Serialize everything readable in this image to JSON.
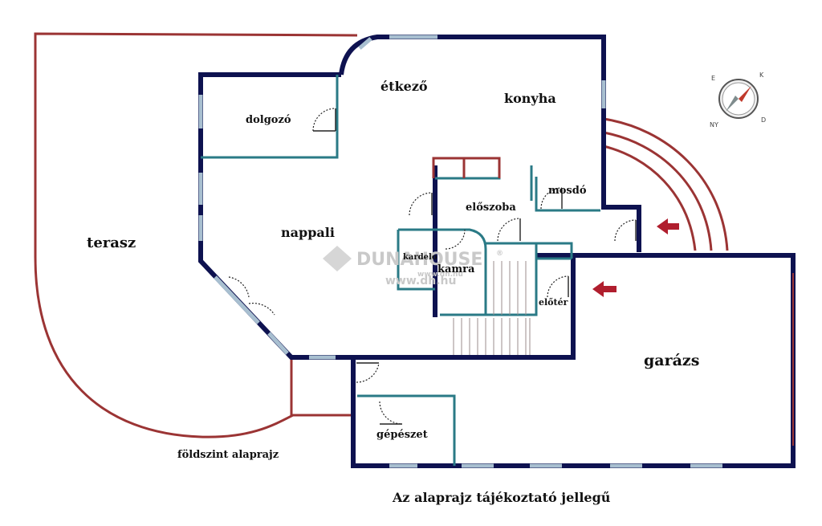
{
  "colors": {
    "outer_wall": "#0e1250",
    "inner_wall": "#2a7a86",
    "terrace_line": "#9b3434",
    "window": "#a8bfd0",
    "arrow": "#b01e2e",
    "watermark": "#c9c9c9"
  },
  "rooms": {
    "terasz": "terasz",
    "etkezo": "étkező",
    "konyha": "konyha",
    "dolgozo": "dolgozó",
    "nappali": "nappali",
    "eloszoba": "előszoba",
    "mosdo": "mosdó",
    "kamra": "kamra",
    "kardelo": "kardelo",
    "eloter": "előtér",
    "garazs": "garázs",
    "gepeszet": "gépészet"
  },
  "captions": {
    "floor": "földszint alaprajz",
    "disclaimer": "Az alaprajz tájékoztató jellegű"
  },
  "watermark": {
    "brand": "DUNAHOUSE",
    "site_small": "www.dh.hu",
    "site": "www.dh.hu",
    "registered": "®"
  },
  "compass": {
    "e": "E",
    "k": "K",
    "d": "D",
    "ny": "NY",
    "icon": "compass-icon"
  },
  "entrance_arrows": {
    "icon": "arrow-icon"
  }
}
